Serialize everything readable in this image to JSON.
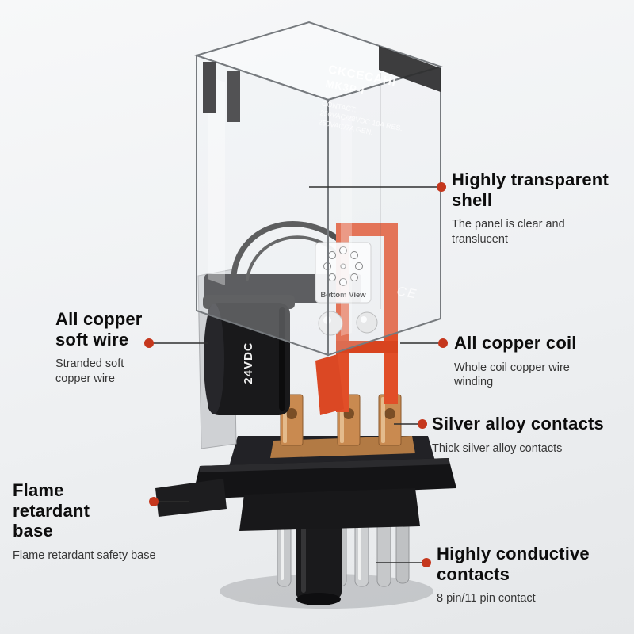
{
  "product": {
    "brand": "CKCECAHI",
    "model": "MK3P-I",
    "specs": {
      "line1": "CONTACT:",
      "line2": "250VAC/28VDC 10A RES.",
      "line3": "250VAC/7A GEN."
    },
    "bottom_view_label": "Bottom View",
    "coil_voltage": "24VDC",
    "ce_mark": "CE"
  },
  "callouts": [
    {
      "title": "Highly transparent shell",
      "desc": "The panel is clear and translucent"
    },
    {
      "title": "All copper soft wire",
      "desc": "Stranded soft copper wire"
    },
    {
      "title": "All copper coil",
      "desc": "Whole coil copper wire winding"
    },
    {
      "title": "Silver alloy contacts",
      "desc": "Thick silver alloy contacts"
    },
    {
      "title": "Flame retardant base",
      "desc": "Flame retardant safety base"
    },
    {
      "title": "Highly conductive contacts",
      "desc": "8 pin/11 pin contact"
    }
  ],
  "colors": {
    "accent_red": "#c5371d",
    "orange_frame": "#e14e28",
    "copper": "#c98a50",
    "body_black": "#19191b"
  }
}
